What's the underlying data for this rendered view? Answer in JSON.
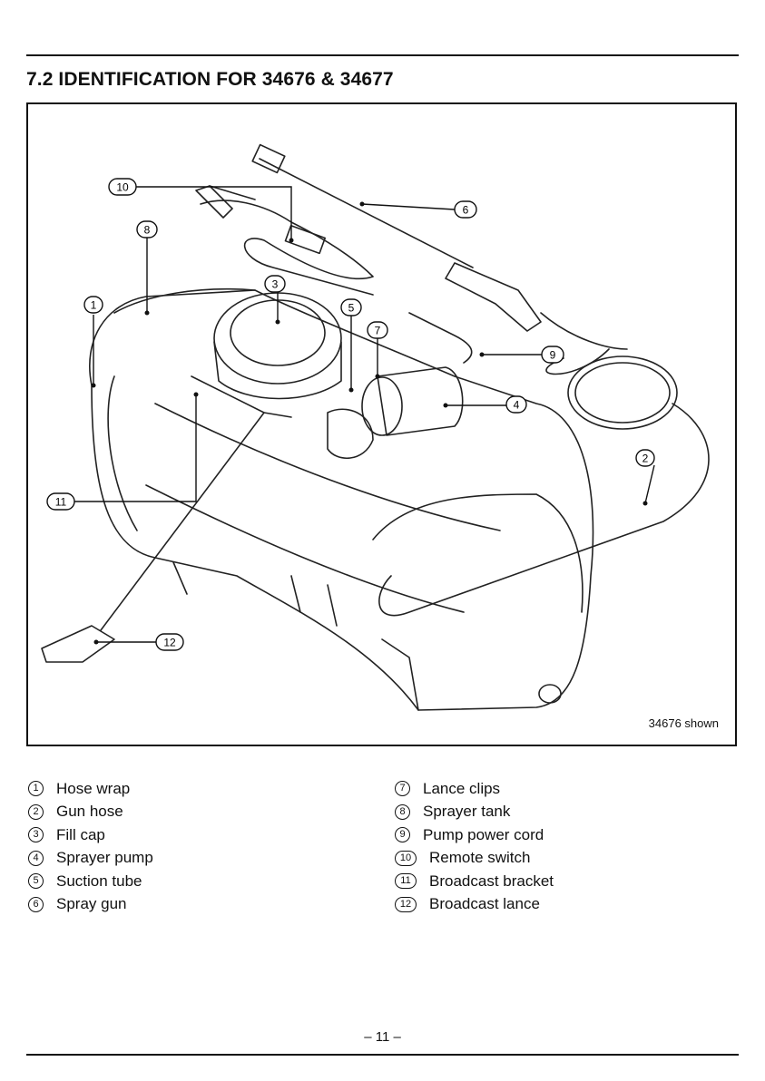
{
  "heading": "7.2 IDENTIFICATION FOR 34676 & 34677",
  "figure": {
    "caption": "34676 shown",
    "callouts": [
      "1",
      "2",
      "3",
      "4",
      "5",
      "6",
      "7",
      "8",
      "9",
      "10",
      "11",
      "12"
    ]
  },
  "legend": {
    "left": [
      {
        "num": "1",
        "label": "Hose wrap"
      },
      {
        "num": "2",
        "label": "Gun hose"
      },
      {
        "num": "3",
        "label": "Fill cap"
      },
      {
        "num": "4",
        "label": "Sprayer pump"
      },
      {
        "num": "5",
        "label": "Suction tube"
      },
      {
        "num": "6",
        "label": "Spray gun"
      }
    ],
    "right": [
      {
        "num": "7",
        "label": "Lance clips"
      },
      {
        "num": "8",
        "label": "Sprayer tank"
      },
      {
        "num": "9",
        "label": "Pump power cord"
      },
      {
        "num": "10",
        "label": "Remote switch"
      },
      {
        "num": "11",
        "label": "Broadcast bracket"
      },
      {
        "num": "12",
        "label": "Broadcast lance"
      }
    ]
  },
  "page_number": "– 11 –"
}
